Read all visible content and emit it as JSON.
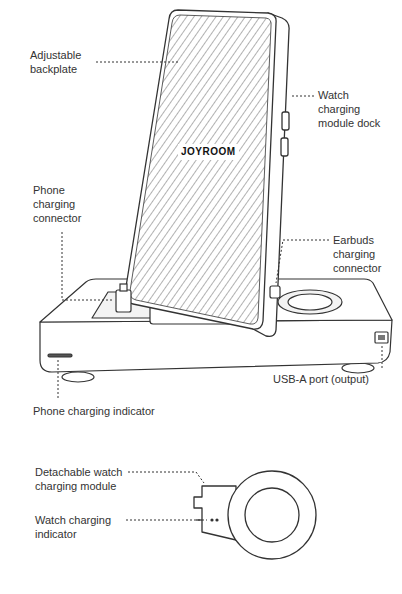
{
  "diagram": {
    "labels": [
      "Adjustable backplate",
      "Watch charging module dock",
      "JOYROOM",
      "Phone charging connector",
      "Earbuds charging connector",
      "USB-A port (output)",
      "Phone charging indicator",
      "Detachable watch charging module",
      "Watch charging indicator"
    ]
  }
}
